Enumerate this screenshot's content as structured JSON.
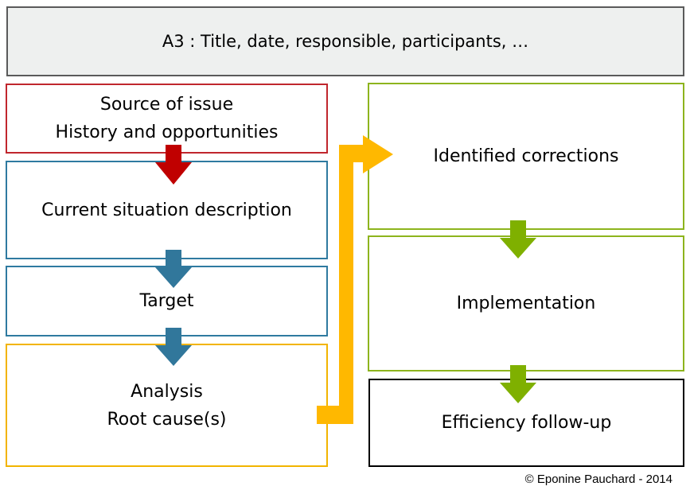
{
  "header": {
    "text": "A3 : Title, date, responsible, participants, …"
  },
  "left_column": {
    "source": {
      "line1": "Source of issue",
      "line2": "History and opportunities"
    },
    "current_situation": {
      "label": "Current situation description"
    },
    "target": {
      "label": "Target"
    },
    "analysis": {
      "line1": "Analysis",
      "line2": "Root cause(s)"
    }
  },
  "right_column": {
    "corrections": {
      "label": "Identified corrections"
    },
    "implementation": {
      "label": "Implementation"
    },
    "follow_up": {
      "label": "Efficiency follow-up"
    }
  },
  "footer": {
    "copyright": "© Eponine Pauchard - 2014"
  },
  "colors": {
    "header_fill": "#eef0ef",
    "red": "#c0262d",
    "dark_red_arrow": "#c00000",
    "blue": "#2f7aa0",
    "blue_arrow": "#31779b",
    "orange": "#f2b400",
    "orange_arrow": "#ffb800",
    "green": "#8db41d",
    "green_arrow": "#7fb000"
  },
  "arrows": [
    {
      "from": "source",
      "to": "current_situation",
      "color": "dark_red_arrow"
    },
    {
      "from": "current_situation",
      "to": "target",
      "color": "blue_arrow"
    },
    {
      "from": "target",
      "to": "analysis",
      "color": "blue_arrow"
    },
    {
      "from": "analysis",
      "to": "corrections",
      "color": "orange_arrow"
    },
    {
      "from": "corrections",
      "to": "implementation",
      "color": "green_arrow"
    },
    {
      "from": "implementation",
      "to": "follow_up",
      "color": "green_arrow"
    }
  ]
}
